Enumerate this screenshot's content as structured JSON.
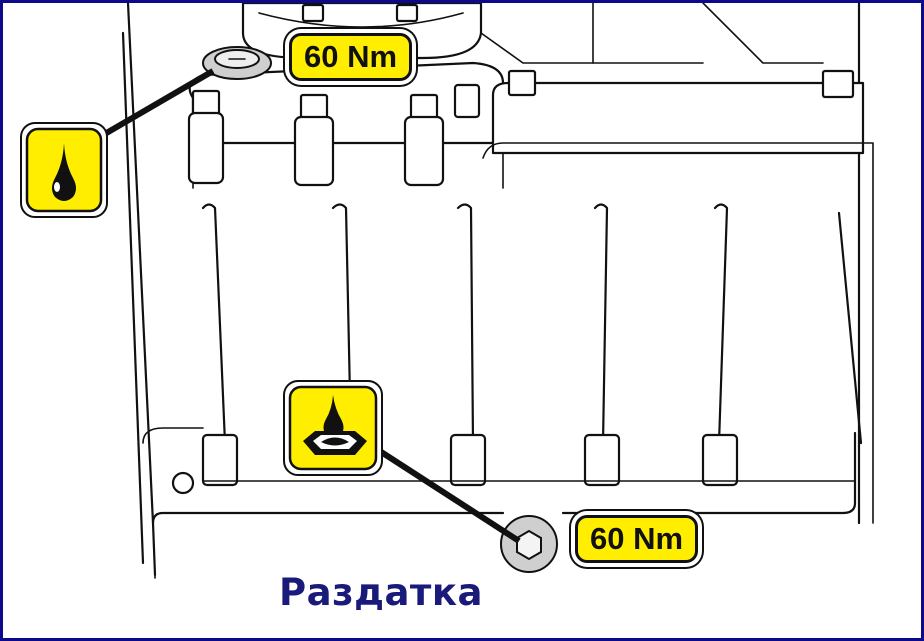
{
  "callouts": {
    "top_torque": "60 Nm",
    "bottom_torque": "60 Nm"
  },
  "caption": "Раздатка",
  "icons": {
    "fill_plug": "oil-drop-icon",
    "drain_plug": "oil-drain-icon"
  },
  "colors": {
    "label_fill": "#ffee00",
    "frame_border": "#0a0a8a",
    "caption_text": "#1a1a7a"
  }
}
